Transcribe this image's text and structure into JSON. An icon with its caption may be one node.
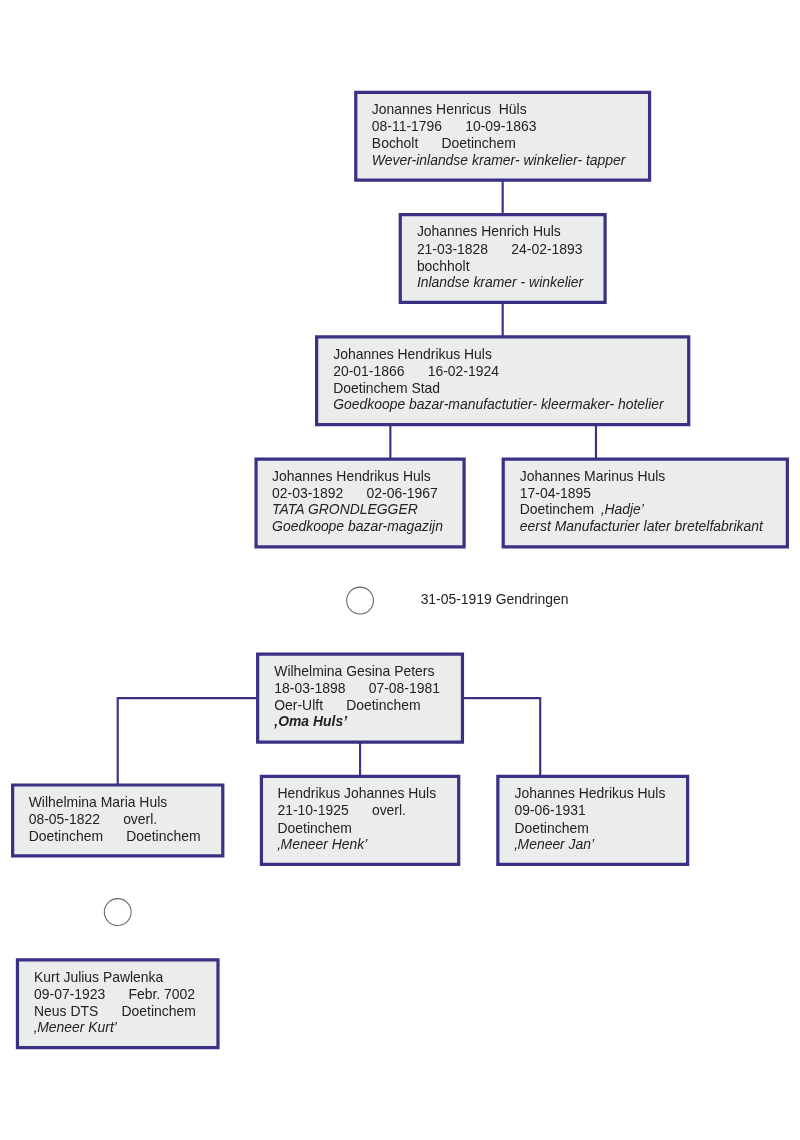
{
  "diagram": {
    "nodes": [
      {
        "text": [
          "Jonannes Henricus  Hüls",
          "08-11-1796      10-09-1863",
          "Bocholt      Doetinchem",
          "*Wever-inlandse kramer- winkelier- tapper*"
        ]
      },
      {
        "text": [
          "Johannes Henrich Huls",
          "21-03-1828      24-02-1893",
          "bochholt",
          "*Inlandse kramer - winkelier*"
        ]
      },
      {
        "text": [
          "Johannes Hendrikus Huls",
          "20-01-1866      16-02-1924",
          "Doetinchem Stad",
          "*Goedkoope bazar-manufactutier- kleermaker- hotelier*"
        ]
      },
      {
        "text": [
          "Johannes Hendrikus Huls",
          "02-03-1892      02-06-1967",
          "*TATA GRONDLEGGER*",
          "*Goedkoope bazar-magazijn*"
        ]
      },
      {
        "text": [
          "Johannes Marinus Huls",
          "17-04-1895",
          "Doetinchem *‚Hadje’*",
          "*eerst Manufacturier later bretelfabrikant*"
        ]
      },
      {
        "text": [],
        "shape": "circle",
        "beside": [
          "31-05-1919 Gendringen"
        ]
      },
      {
        "text": [
          "Wilhelmina Gesina Peters",
          "18-03-1898      07-08-1981",
          "Oer-Ulft      Doetinchem",
          "*‚Oma Huls’*"
        ]
      },
      {
        "text": [
          "Wilhelmina Maria Huls",
          "08-05-1822      overl.",
          "Doetinchem      Doetinchem"
        ]
      },
      {
        "text": [
          "Hendrikus Johannes Huls",
          "21-10-1925      overl.",
          "Doetinchem",
          "*‚Meneer Henk’*"
        ]
      },
      {
        "text": [
          "Johannes Hedrikus Huls",
          "09-06-1931",
          "Doetinchem",
          "*‚Meneer Jan’*"
        ]
      },
      {
        "text": [],
        "shape": "circle"
      },
      {
        "text": [
          "Kurt Julius Pawlenka",
          "09-07-1923      Febr. 7002",
          "Neus DTS      Doetinchem",
          "*‚Meneer Kurt’*"
        ]
      }
    ],
    "edges": [
      {
        "from": 0,
        "to": 1,
        "arrow": "none"
      },
      {
        "from": 1,
        "to": 2,
        "arrow": "none"
      },
      {
        "from": 2,
        "to": 3,
        "arrow": "none"
      },
      {
        "from": 2,
        "to": 4,
        "arrow": "none"
      },
      {
        "from": 6,
        "to": 7,
        "arrow": "none"
      },
      {
        "from": 6,
        "to": 8,
        "arrow": "none"
      },
      {
        "from": 6,
        "to": 9,
        "arrow": "none"
      }
    ]
  }
}
